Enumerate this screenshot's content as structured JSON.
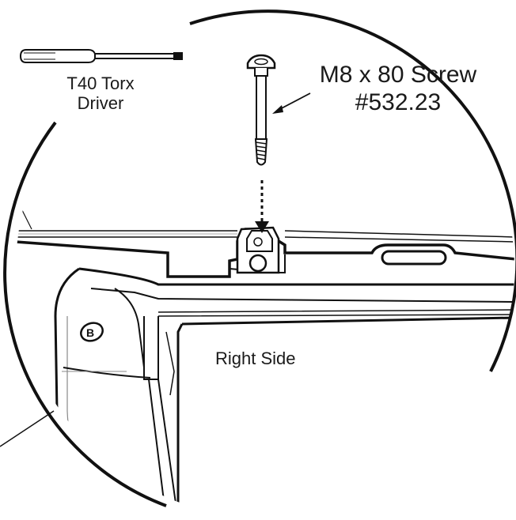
{
  "tool": {
    "name_line1": "T40 Torx",
    "name_line2": "Driver",
    "icon": "torx-screwdriver-icon"
  },
  "screw": {
    "label_line1": "M8 x 80 Screw",
    "label_line2": "#532.23",
    "icon": "screw-icon"
  },
  "part": {
    "side_label": "Right Side"
  },
  "colors": {
    "line": "#111111",
    "shade": "#d9d9d9"
  }
}
